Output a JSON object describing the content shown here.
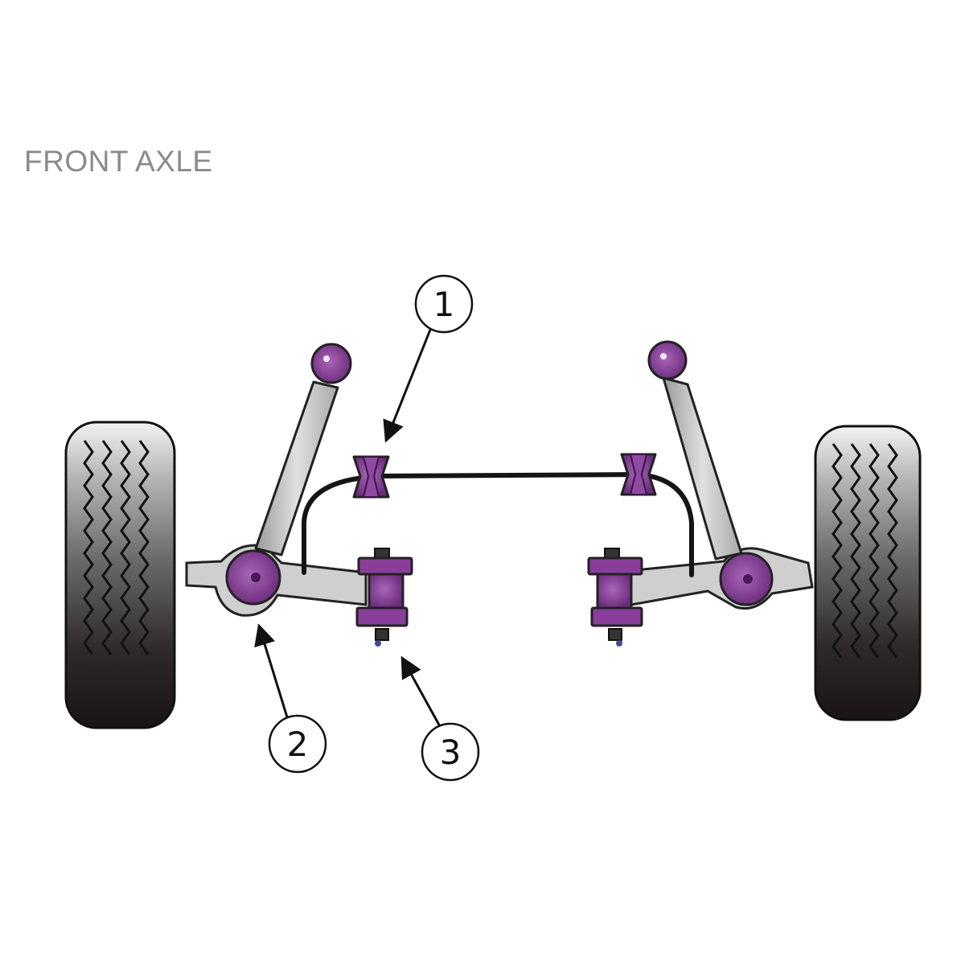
{
  "title": "FRONT AXLE",
  "callouts": [
    {
      "id": "1",
      "label": "1"
    },
    {
      "id": "2",
      "label": "2"
    },
    {
      "id": "3",
      "label": "3"
    }
  ],
  "colors": {
    "bush_purple": "#7b3a8c",
    "bush_purple_light": "#9b5aab",
    "arm_grey": "#c8c8c8",
    "tyre_dark": "#1f1a1a",
    "title_grey": "#8a8a8a"
  }
}
